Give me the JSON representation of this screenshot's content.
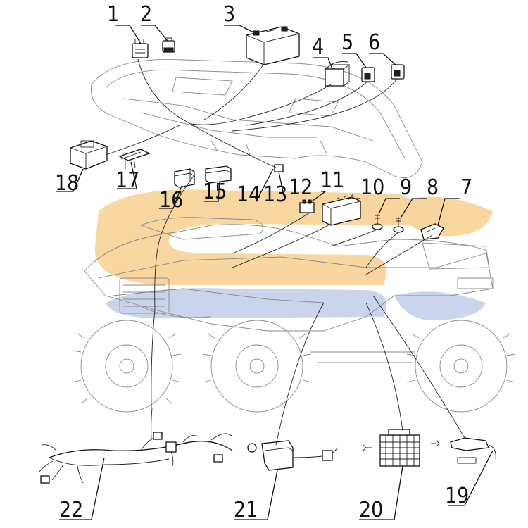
{
  "callouts": [
    {
      "n": "1"
    },
    {
      "n": "2"
    },
    {
      "n": "3"
    },
    {
      "n": "4"
    },
    {
      "n": "5"
    },
    {
      "n": "6"
    },
    {
      "n": "7"
    },
    {
      "n": "8"
    },
    {
      "n": "9"
    },
    {
      "n": "10"
    },
    {
      "n": "11"
    },
    {
      "n": "12"
    },
    {
      "n": "13"
    },
    {
      "n": "14"
    },
    {
      "n": "15"
    },
    {
      "n": "16"
    },
    {
      "n": "17"
    },
    {
      "n": "18"
    },
    {
      "n": "19"
    },
    {
      "n": "20"
    },
    {
      "n": "21"
    },
    {
      "n": "22"
    }
  ],
  "watermark_colors": {
    "orange": "#f7c980",
    "blue": "#b9c8e8"
  }
}
